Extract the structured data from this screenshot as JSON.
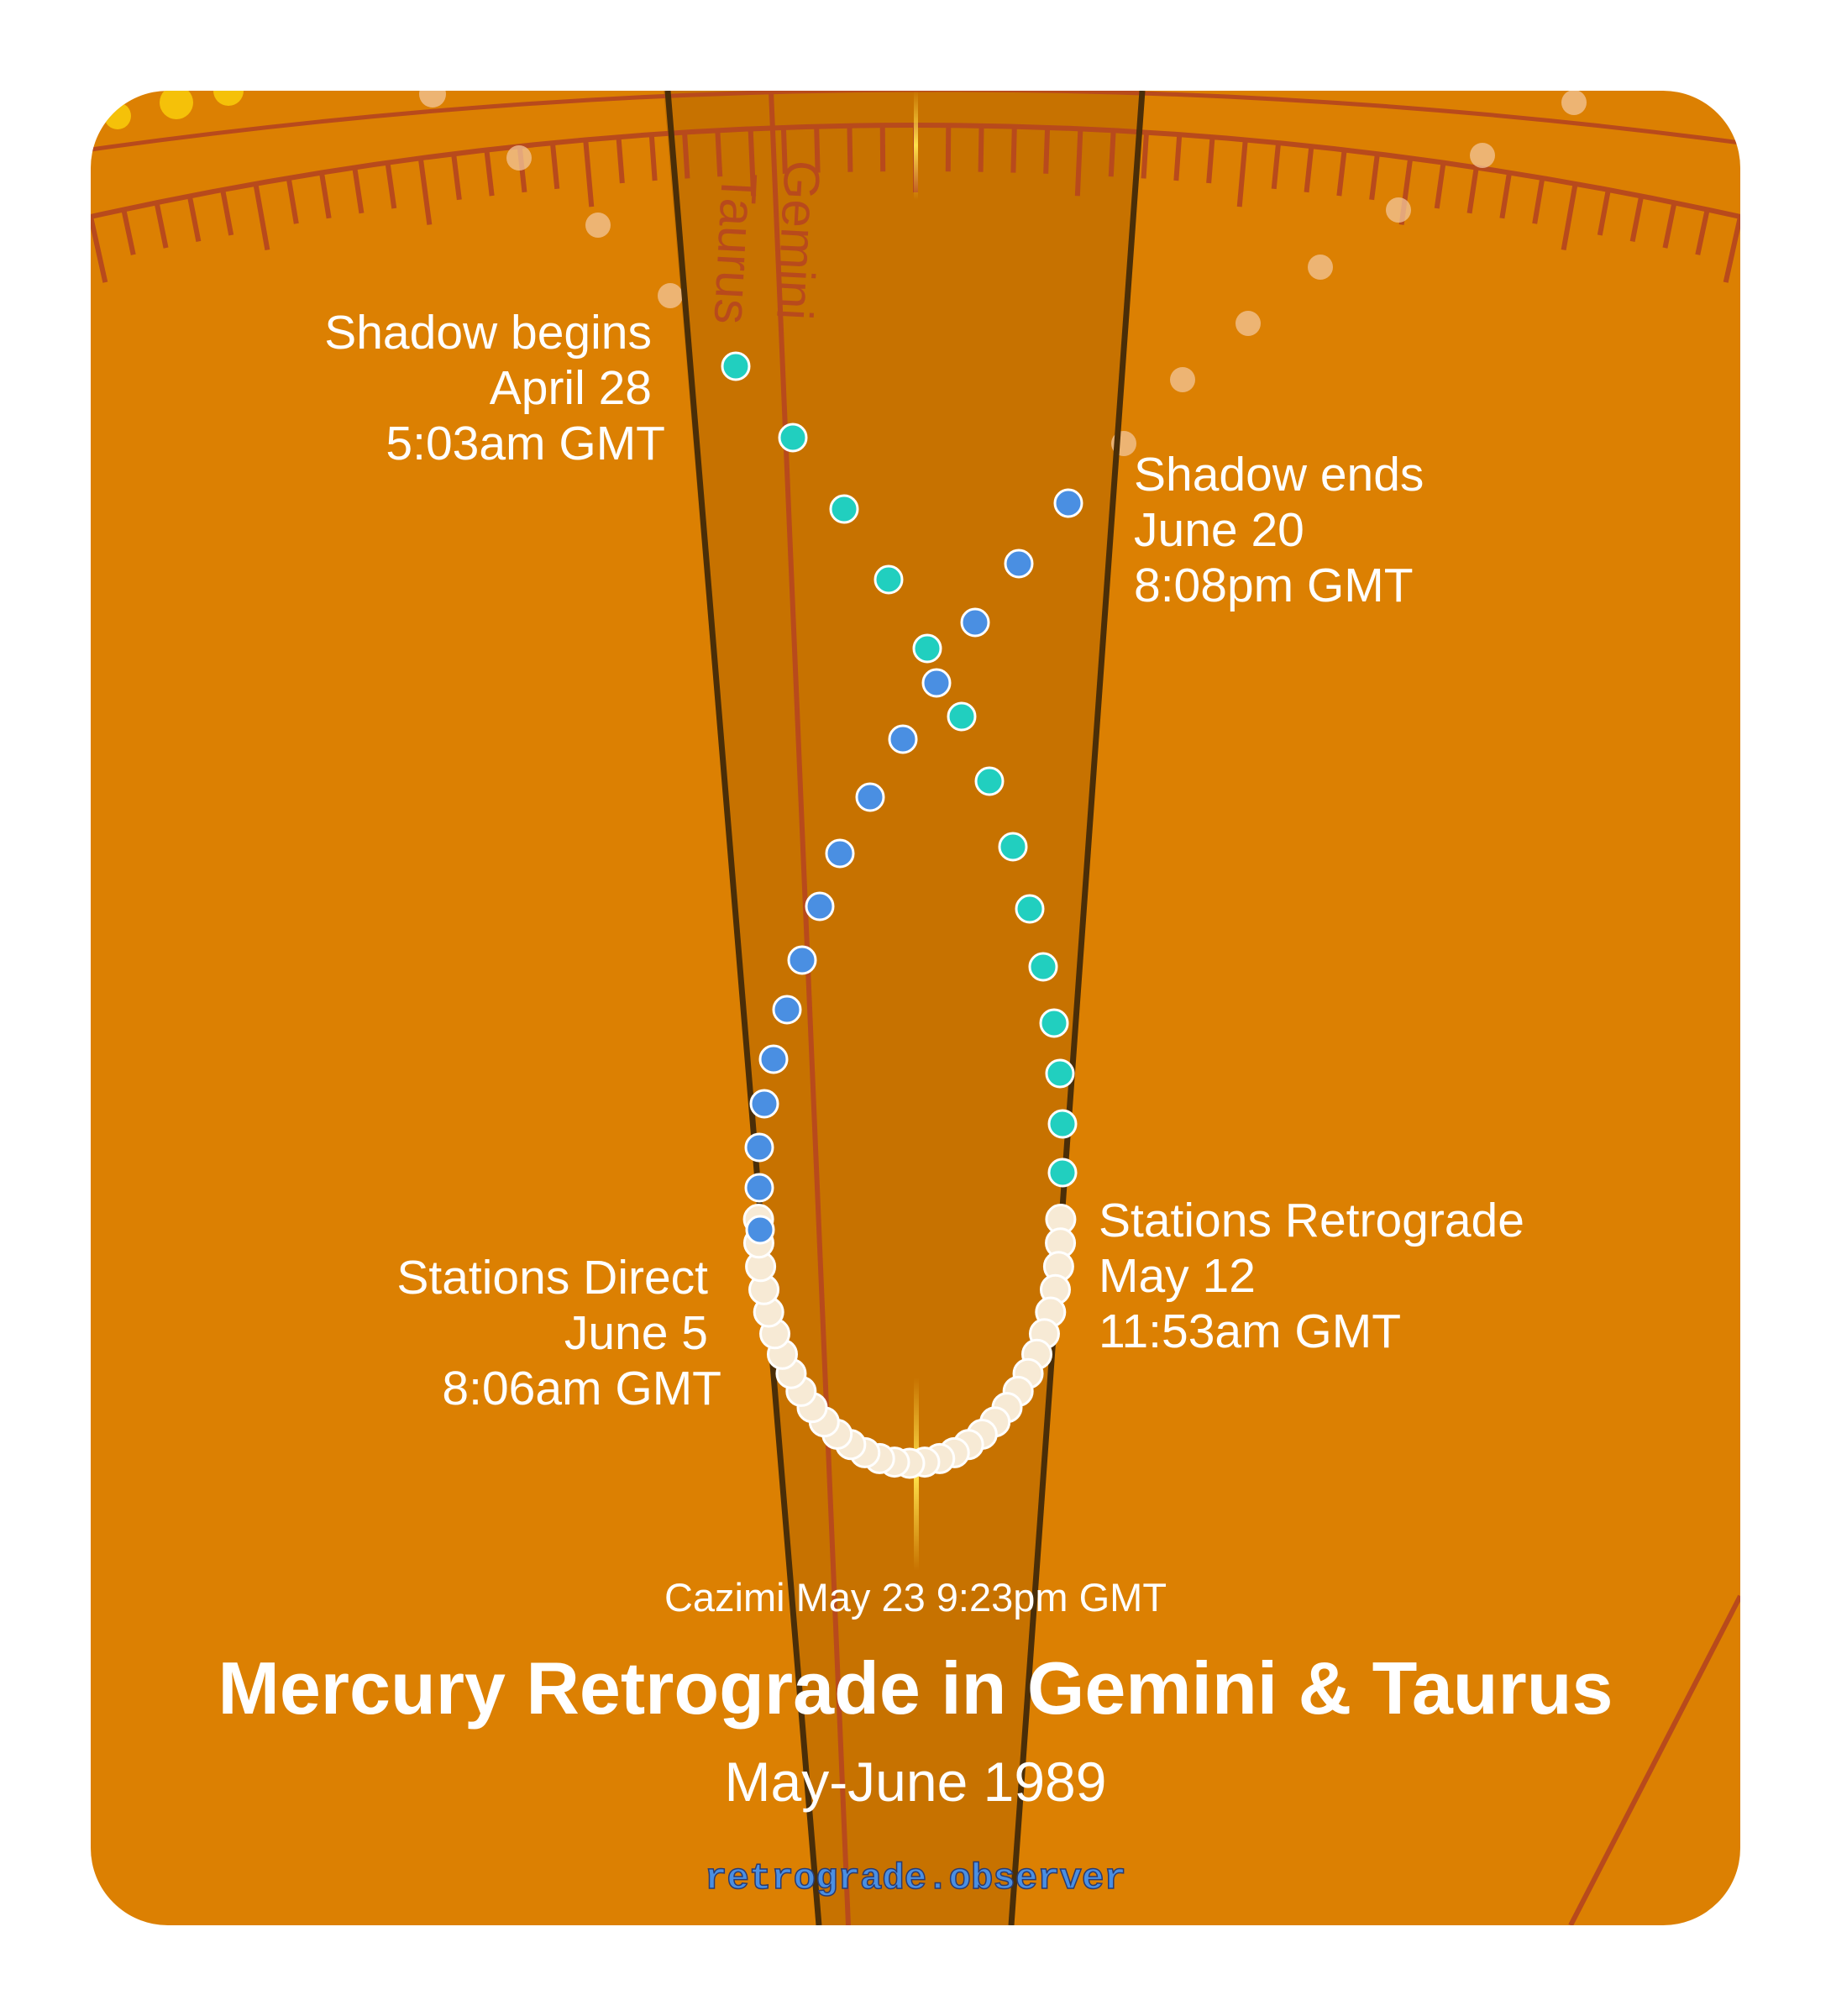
{
  "title": "Mercury Retrograde in Gemini & Taurus",
  "subtitle": "May-June 1989",
  "site": "retrograde.observer",
  "signs": {
    "left": "Taurus",
    "right": "Gemini"
  },
  "events": {
    "shadow_begins": {
      "label": "Shadow begins",
      "date": "April 28",
      "time": "5:03am GMT"
    },
    "shadow_ends": {
      "label": "Shadow ends",
      "date": "June 20",
      "time": "8:08pm GMT"
    },
    "stations_retrograde": {
      "label": "Stations Retrograde",
      "date": "May 12",
      "time": "11:53am GMT"
    },
    "stations_direct": {
      "label": "Stations Direct",
      "date": "June 5",
      "time": "8:06am GMT"
    },
    "cazimi": "Cazimi May 23 9:23pm GMT"
  },
  "colors": {
    "background": "#dc8002",
    "band": "#c77200",
    "border_line": "#4a2e08",
    "cusp_line": "#b84a1c",
    "shadow_pre": "#21cfbf",
    "shadow_post": "#4a8fe2",
    "retrograde": "#f7ead5",
    "sun": "#f7c80a",
    "site_text": "#4a8fe2"
  }
}
